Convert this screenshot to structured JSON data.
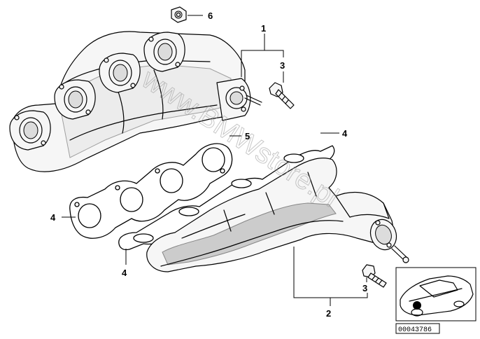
{
  "callouts": {
    "c1": "1",
    "c2": "2",
    "c3a": "3",
    "c3b": "3",
    "c4a": "4",
    "c4b": "4",
    "c4c": "4",
    "c5": "5",
    "c6": "6"
  },
  "watermark": "www.BMWstore.pl",
  "ref_code": "00043786",
  "icons": {
    "upper_manifold": "exhaust-manifold-upper",
    "lower_manifold": "exhaust-manifold-lower",
    "gasket": "manifold-gasket",
    "bolt": "hex-bolt",
    "nut": "hex-nut",
    "vehicle": "car-location-thumbnail"
  }
}
